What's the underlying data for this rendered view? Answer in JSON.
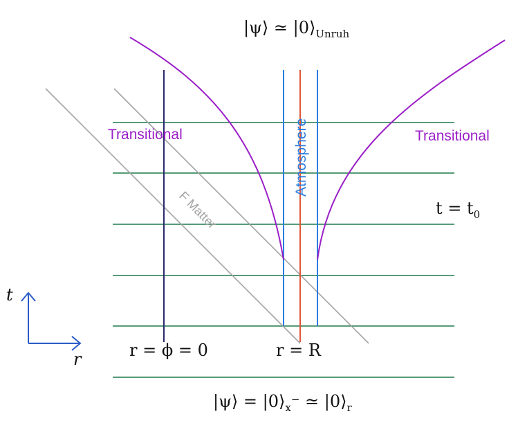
{
  "labels": {
    "top_state": "|ψ⟩ ≃ |0⟩",
    "top_state_sub": "Unruh",
    "bottom_state_a": "|ψ⟩ = |0⟩",
    "bottom_state_a_sub": "x",
    "bottom_state_a_sup": "−",
    "bottom_state_b": " ≃ |0⟩",
    "bottom_state_b_sub": "r",
    "transitional_left": "Transitional",
    "transitional_right": "Transitional",
    "atmosphere": "Atmosphere",
    "f_matter": "F Matter",
    "t_eq_t0": "t = t",
    "t_eq_t0_sub": "0",
    "r_phi_zero": "r = ϕ = 0",
    "r_eq_R": "r = R",
    "axis_t": "t",
    "axis_r": "r"
  },
  "colors": {
    "slice": "#1f7a4a",
    "transitional": "#9b1fc7",
    "atmosphere": "#2b7de0",
    "center_line": "#e0553a",
    "origin_line": "#2a2a6e",
    "matter": "#a3a3a3",
    "axes": "#2a5cc7"
  }
}
